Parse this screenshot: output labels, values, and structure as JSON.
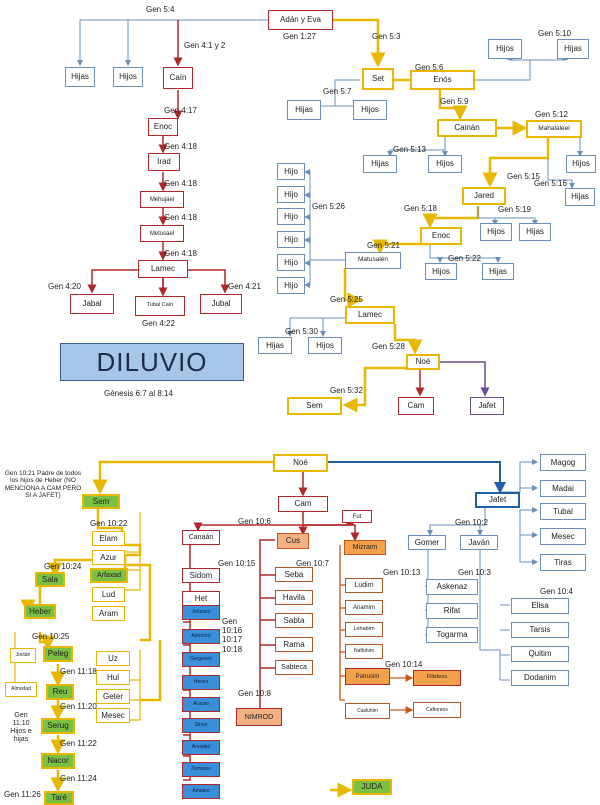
{
  "top": {
    "adan": "Adán y Eva",
    "gen_5_4": "Gen 5:4",
    "gen_1_27": "Gen 1:27",
    "gen_4_1": "Gen 4:1 y 2",
    "hijas": "Hijas",
    "hijos": "Hijos",
    "cain": "Caín",
    "gen_4_17": "Gen 4:17",
    "enoc": "Enoc",
    "gen_4_18": "Gen 4:18",
    "irad": "Irad",
    "mehujael": "Mehujael",
    "metusael": "Metusael",
    "lamec": "Lamec",
    "gen_4_20": "Gen 4:20",
    "gen_4_21": "Gen 4:21",
    "gen_4_22": "Gen 4:22",
    "jabal": "Jabal",
    "tubal_cain": "Tubal Caín",
    "jubal": "Jubal",
    "diluvio": "DILUVIO",
    "genesis": "Génesis 6:7 al 8:14",
    "gen_5_3": "Gen 5:3",
    "set": "Set",
    "gen_5_6": "Gen 5:6",
    "enos": "Enós",
    "gen_5_10": "Gen 5:10",
    "gen_5_7": "Gen 5:7",
    "gen_5_9": "Gen 5:9",
    "cainan": "Cainán",
    "gen_5_12": "Gen 5:12",
    "mahalaleel": "Mahalaleel",
    "gen_5_13": "Gen 5:13",
    "gen_5_15": "Gen 5:15",
    "gen_5_16": "Gen 5:16",
    "jared": "Jared",
    "gen_5_18": "Gen 5:18",
    "gen_5_19": "Gen 5:19",
    "gen_5_26": "Gen 5:26",
    "hijo": "Hijo",
    "gen_5_21": "Gen 5:21",
    "metusalen": "Matusalén",
    "gen_5_22": "Gen 5:22",
    "gen_5_25": "Gen 5:25",
    "gen_5_30": "Gen 5:30",
    "gen_5_28": "Gen 5:28",
    "noe": "Noé",
    "gen_5_32": "Gen 5:32",
    "sem": "Sem",
    "cam": "Cam",
    "jafet": "Jafet"
  },
  "bottom": {
    "noe": "Noé",
    "note": "Gen 10:21 Padre de todos los hijos de Heber (NO MENCIONA A CAM PERO SI A JAFET)",
    "sem": "Sem",
    "cam": "Cam",
    "jafet": "Jafet",
    "gen_10_22": "Gen 10:22",
    "elam": "Elam",
    "azur": "Azur",
    "arfaxad": "Arfaxad",
    "lud": "Lud",
    "aram": "Aram",
    "gen_10_24": "Gen 10:24",
    "sala": "Sala",
    "heber": "Heber",
    "gen_10_25": "Gen 10:25",
    "joctan": "Joctán",
    "peleg": "Peleg",
    "gen_11_18": "Gen 11:18",
    "almodad": "Almodad",
    "reu": "Reu",
    "gen_11_20": "Gen 11:20",
    "gen_11_10": "Gen 11:10 Hijos e hijas",
    "serug": "Serug",
    "gen_11_22": "Gen 11:22",
    "nacor": "Nacor",
    "gen_11_24": "Gen 11:24",
    "gen_11_26": "Gen 11:26",
    "tare": "Taré",
    "uz": "Uz",
    "hul": "Hul",
    "geter": "Geter",
    "mesec": "Mesec",
    "canaan": "Canaán",
    "gen_10_6": "Gen 10:6",
    "cus": "Cus",
    "fut": "Fut",
    "mizraim": "Mizraim",
    "gen_10_15": "Gen 10:15",
    "sidon": "Sidom",
    "het": "Het",
    "gen_10_16": "Gen 10:16 10:17 10:18",
    "canaanites": [
      "Jebuseo",
      "Amorreo",
      "Gergeseo",
      "Heveo",
      "Araceo",
      "Sineo",
      "Arvadeo",
      "Zemareo",
      "Amateo"
    ],
    "gen_10_7": "Gen 10:7",
    "seba": "Seba",
    "havila": "Havila",
    "sabta": "Sabta",
    "rama": "Rama",
    "sabteca": "Sabteca",
    "gen_10_8": "Gen 10:8",
    "nimrod": "NIMROD",
    "gen_10_13": "Gen 10:13",
    "ludim": "Ludim",
    "anamim": "Anamim",
    "lehabim": "Lehabim",
    "naftuhim": "Naftuhim",
    "patrusim": "Patrusim",
    "gen_10_14": "Gen 10:14",
    "filisteos": "Filisteos",
    "casluhim": "Casluhim",
    "caftoreos": "Caftoreos",
    "juda": "JUDA",
    "gen_10_2": "Gen 10:2",
    "gomer": "Gomer",
    "javan": "Javán",
    "gen_10_3": "Gen 10:3",
    "askenaz": "Askenaz",
    "rifat": "Rifat",
    "togarma": "Togarma",
    "gen_10_4": "Gen 10:4",
    "elisa": "Elisa",
    "tarsis": "Tarsis",
    "quitim": "Quitim",
    "dodanim": "Dodanim",
    "magog": "Magog",
    "madai": "Madai",
    "tubal": "Tubal",
    "mesec_j": "Mesec",
    "tiras": "Tiras"
  }
}
